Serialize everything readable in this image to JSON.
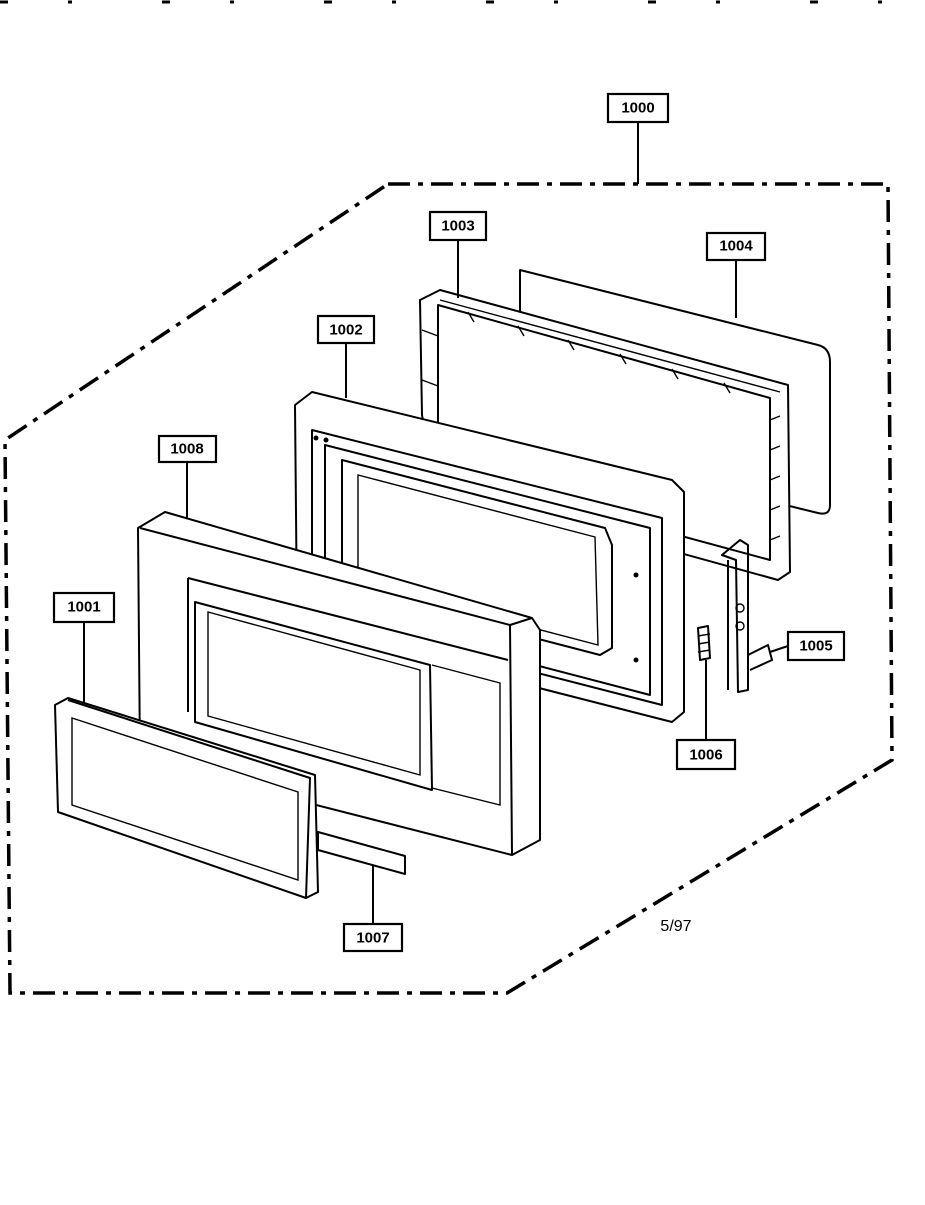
{
  "diagram": {
    "assembly_label": "1000",
    "date_code": "5/97",
    "callouts": [
      {
        "id": "c1000",
        "text": "1000"
      },
      {
        "id": "c1003",
        "text": "1003"
      },
      {
        "id": "c1004",
        "text": "1004"
      },
      {
        "id": "c1002",
        "text": "1002"
      },
      {
        "id": "c1008",
        "text": "1008"
      },
      {
        "id": "c1001",
        "text": "1001"
      },
      {
        "id": "c1005",
        "text": "1005"
      },
      {
        "id": "c1006",
        "text": "1006"
      },
      {
        "id": "c1007",
        "text": "1007"
      }
    ]
  }
}
